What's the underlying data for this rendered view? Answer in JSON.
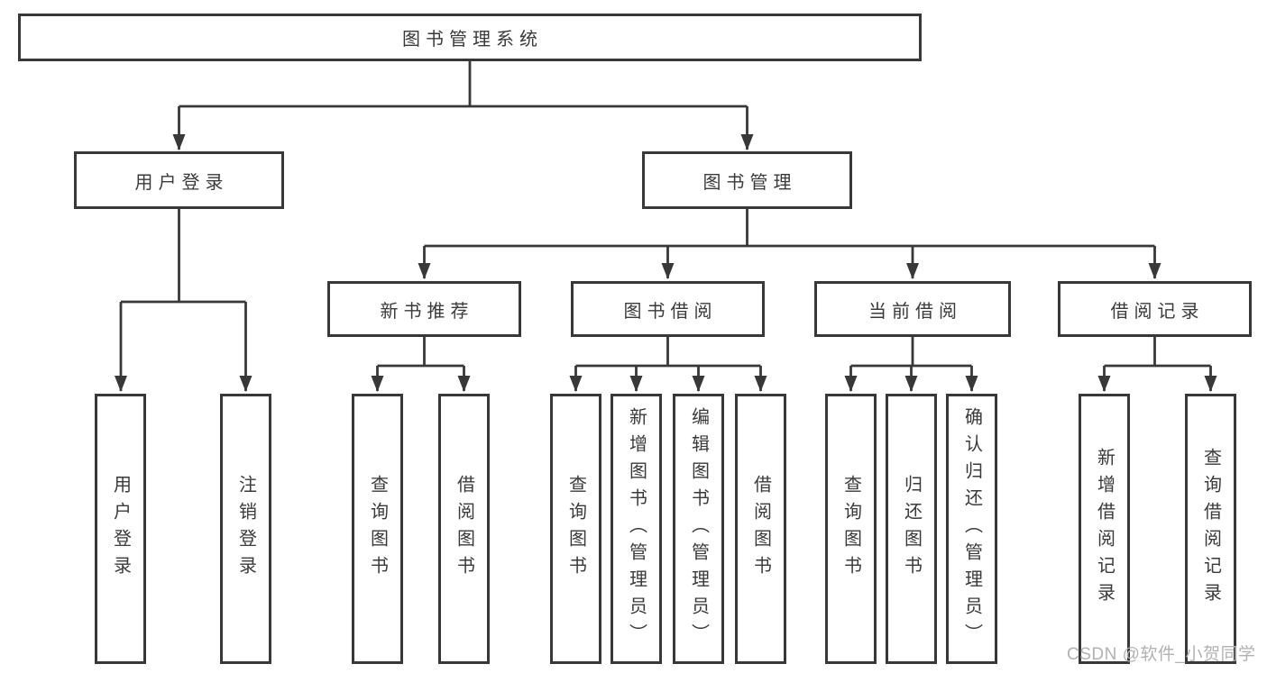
{
  "tree": {
    "root": {
      "label": "图书管理系统"
    },
    "user_login": {
      "label": "用户登录",
      "children": {
        "login": {
          "label": "用户登录"
        },
        "logout": {
          "label": "注销登录"
        }
      }
    },
    "book_management": {
      "label": "图书管理",
      "children": {
        "new_book_recommend": {
          "label": "新书推荐",
          "children": {
            "query_books": {
              "label": "查询图书"
            },
            "borrow_books": {
              "label": "借阅图书"
            }
          }
        },
        "book_borrow": {
          "label": "图书借阅",
          "children": {
            "query_books": {
              "label": "查询图书"
            },
            "add_books_admin": {
              "label": "新增图书（管理员）"
            },
            "edit_books_admin": {
              "label": "编辑图书（管理员）"
            },
            "borrow_books": {
              "label": "借阅图书"
            }
          }
        },
        "current_borrow": {
          "label": "当前借阅",
          "children": {
            "query_books": {
              "label": "查询图书"
            },
            "return_books": {
              "label": "归还图书"
            },
            "confirm_return_admin": {
              "label": "确认归还（管理员）"
            }
          }
        },
        "borrow_records": {
          "label": "借阅记录",
          "children": {
            "add_record": {
              "label": "新增借阅记录"
            },
            "query_record": {
              "label": "查询借阅记录"
            }
          }
        }
      }
    }
  },
  "watermark": {
    "text": "CSDN @软件_小贺同学"
  },
  "colors": {
    "line": "#383838",
    "box_border": "#383838",
    "text": "#3a3a3a",
    "watermark": "#b2b2b2",
    "background": "#ffffff"
  }
}
